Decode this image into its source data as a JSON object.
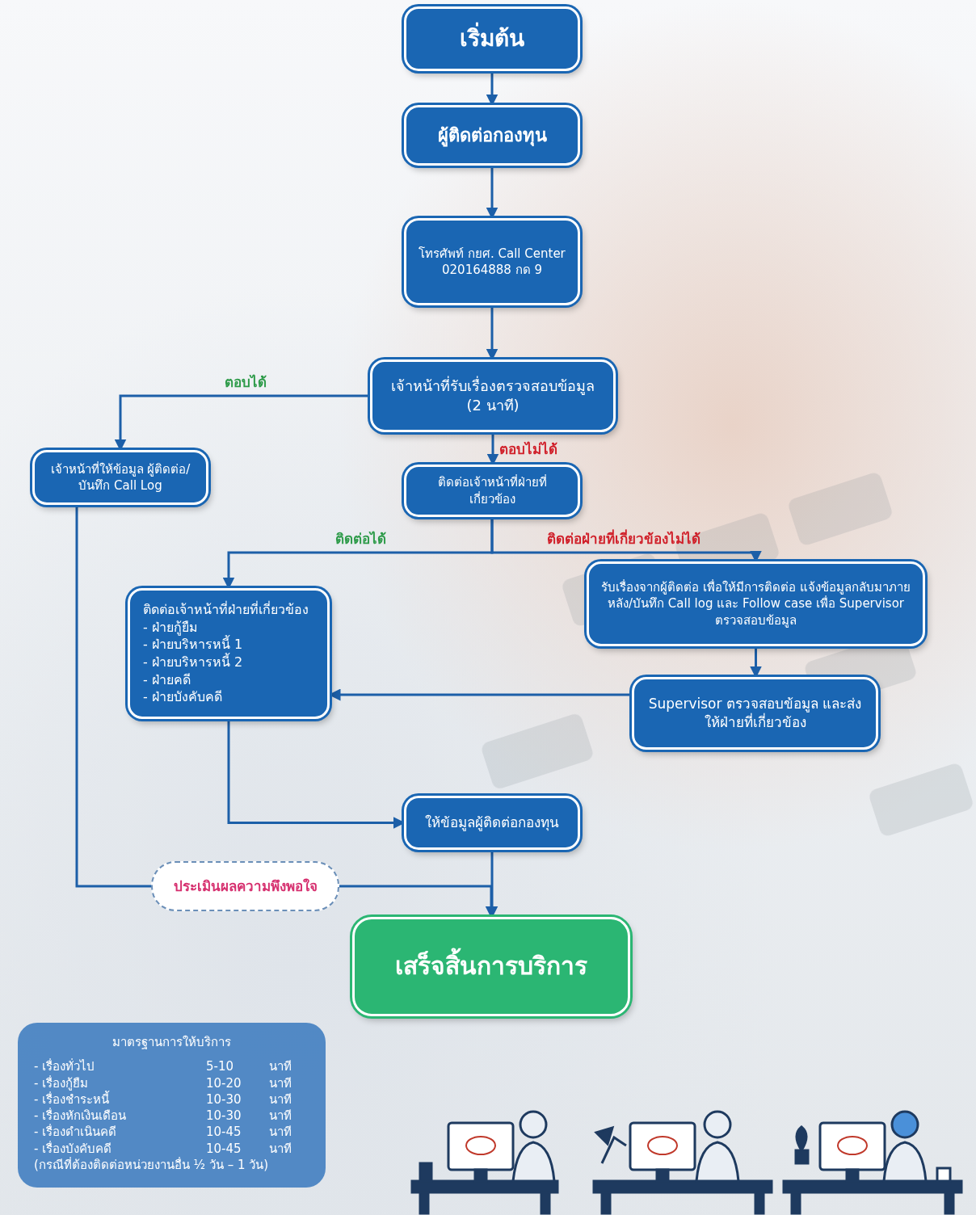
{
  "diagram": {
    "nodes": [
      {
        "text": [
          "เริ่มต้น"
        ]
      },
      {
        "text": [
          "ผู้ติดต่อกองทุน"
        ]
      },
      {
        "text": [
          "โทรศัพท์ กยศ. Call Center 020164888 กด 9"
        ]
      },
      {
        "text": [
          "เจ้าหน้าที่รับเรื่องตรวจสอบข้อมูล (2 นาที)"
        ]
      },
      {
        "text": [
          "เจ้าหน้าที่ให้ข้อมูล ผู้ติดต่อ/บันทึก Call Log"
        ]
      },
      {
        "text": [
          "ติดต่อเจ้าหน้าที่ฝ่ายที่เกี่ยวข้อง"
        ]
      },
      {
        "text": [
          "ติดต่อเจ้าหน้าที่ฝ่ายที่เกี่ยวข้อง",
          "- ฝ่ายกู้ยืม",
          "- ฝ่ายบริหารหนี้ 1",
          "- ฝ่ายบริหารหนี้ 2",
          "- ฝ่ายคดี",
          "- ฝ่ายบังคับคดี"
        ]
      },
      {
        "text": [
          "รับเรื่องจากผู้ติดต่อ เพื่อให้มีการติดต่อ แจ้งข้อมูลกลับมาภายหลัง/บันทึก Call log และ Follow case เพื่อ Supervisor ตรวจสอบข้อมูล"
        ]
      },
      {
        "text": [
          "Supervisor ตรวจสอบข้อมูล และส่งให้ฝ่ายที่เกี่ยวข้อง"
        ]
      },
      {
        "text": [
          "ให้ข้อมูลผู้ติดต่อกองทุน"
        ]
      },
      {
        "text": [
          "ประเมินผลความพึงพอใจ"
        ]
      },
      {
        "text": [
          "เสร็จสิ้นการบริการ"
        ]
      },
      {
        "text": [
          "มาตรฐานการให้บริการ",
          "- เรื่องทั่วไป",
          "5-10",
          "นาที",
          "- เรื่องกู้ยืม",
          "10-20",
          "นาที",
          "- เรื่องชำระหนี้",
          "10-30",
          "นาที",
          "- เรื่องหักเงินเดือน",
          "10-30",
          "นาที",
          "- เรื่องดำเนินคดี",
          "10-45",
          "นาที",
          "- เรื่องบังคับคดี",
          "10-45",
          "นาที",
          "(กรณีที่ต้องติดต่อหน่วยงานอื่น ½ วัน – 1 วัน)"
        ]
      }
    ],
    "edges": [
      {
        "from": 0,
        "to": 1,
        "arrow": "to"
      },
      {
        "from": 1,
        "to": 2,
        "arrow": "to"
      },
      {
        "from": 2,
        "to": 3,
        "arrow": "to"
      },
      {
        "from": 3,
        "to": 4,
        "label": "ตอบได้",
        "arrow": "to"
      },
      {
        "from": 3,
        "to": 5,
        "label": "ตอบไม่ได้",
        "arrow": "to"
      },
      {
        "from": 5,
        "to": 6,
        "label": "ติดต่อได้",
        "arrow": "to"
      },
      {
        "from": 5,
        "to": 7,
        "label": "ติดต่อฝ่ายที่เกี่ยวข้องไม่ได้",
        "arrow": "to"
      },
      {
        "from": 7,
        "to": 8,
        "arrow": "to"
      },
      {
        "from": 8,
        "to": 6,
        "arrow": "to"
      },
      {
        "from": 6,
        "to": 9,
        "arrow": "to"
      },
      {
        "from": 9,
        "to": 11,
        "arrow": "to"
      },
      {
        "from": 4,
        "to": 10,
        "arrow": "none"
      },
      {
        "from": 10,
        "to": 11,
        "arrow": "to"
      }
    ]
  }
}
